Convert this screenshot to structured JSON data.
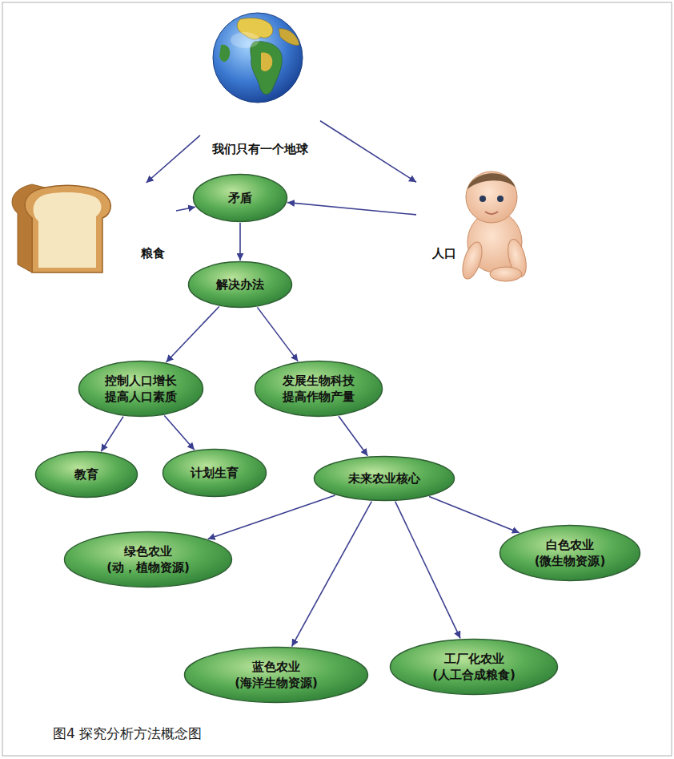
{
  "diagram": {
    "caption": "图4 探究分析方法概念图",
    "nodes": [
      {
        "text": [
          "我们只有一个地球"
        ]
      },
      {
        "text": [
          "粮食"
        ]
      },
      {
        "text": [
          "人口"
        ]
      },
      {
        "text": [
          "矛盾"
        ]
      },
      {
        "text": [
          "解决办法"
        ]
      },
      {
        "text": [
          "控制人口增长 提高人口素质"
        ]
      },
      {
        "text": [
          "发展生物科技 提高作物产量"
        ]
      },
      {
        "text": [
          "教育"
        ]
      },
      {
        "text": [
          "计划生育"
        ]
      },
      {
        "text": [
          "未来农业核心"
        ]
      },
      {
        "text": [
          "绿色农业 (动，植物资源)"
        ]
      },
      {
        "text": [
          "白色农业 (微生物资源)"
        ]
      },
      {
        "text": [
          "蓝色农业 (海洋生物资源)"
        ]
      },
      {
        "text": [
          "工厂化农业 (人工合成粮食)"
        ]
      }
    ],
    "edges": [
      {
        "from": 0,
        "to": 1,
        "arrow": "to"
      },
      {
        "from": 0,
        "to": 2,
        "arrow": "to"
      },
      {
        "from": 1,
        "to": 3,
        "arrow": "to"
      },
      {
        "from": 2,
        "to": 3,
        "arrow": "to"
      },
      {
        "from": 3,
        "to": 4,
        "arrow": "to"
      },
      {
        "from": 4,
        "to": 5,
        "arrow": "to"
      },
      {
        "from": 4,
        "to": 6,
        "arrow": "to"
      },
      {
        "from": 5,
        "to": 7,
        "arrow": "to"
      },
      {
        "from": 5,
        "to": 8,
        "arrow": "to"
      },
      {
        "from": 6,
        "to": 9,
        "arrow": "to"
      },
      {
        "from": 9,
        "to": 10,
        "arrow": "to"
      },
      {
        "from": 9,
        "to": 11,
        "arrow": "to"
      },
      {
        "from": 9,
        "to": 12,
        "arrow": "to"
      },
      {
        "from": 9,
        "to": 13,
        "arrow": "to"
      }
    ]
  }
}
